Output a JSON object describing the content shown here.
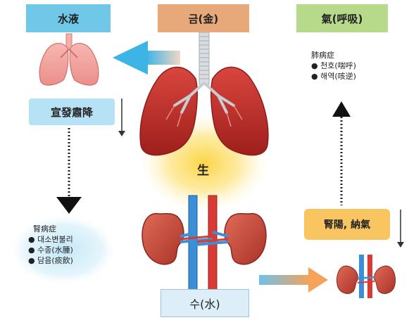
{
  "labels": {
    "water": "水液",
    "metal": "금(金)",
    "qi": "氣(呼吸)",
    "xuanfa": "宣發肅降",
    "sheng": "生",
    "shenyang": "腎陽, 納氣",
    "water2": "수(水)"
  },
  "qi_note": {
    "title": "肺病症",
    "items": [
      "천호(喘呼)",
      "해역(咳逆)"
    ]
  },
  "kidney_note": {
    "title": "腎病症",
    "items": [
      "대소변불리",
      "수종(水腫)",
      "담음(痰飲)"
    ]
  },
  "colors": {
    "water": "#6fc8e7",
    "metal": "#e7a97a",
    "qi": "#b6d98a",
    "xuanfa": "#b7e1f4",
    "shenyang": "#f8c560",
    "lung": "#c8322e",
    "kidney": "#c94a3e",
    "vein": "#3a8fd6",
    "artery": "#d83a34",
    "glow": "#fbd33a"
  }
}
